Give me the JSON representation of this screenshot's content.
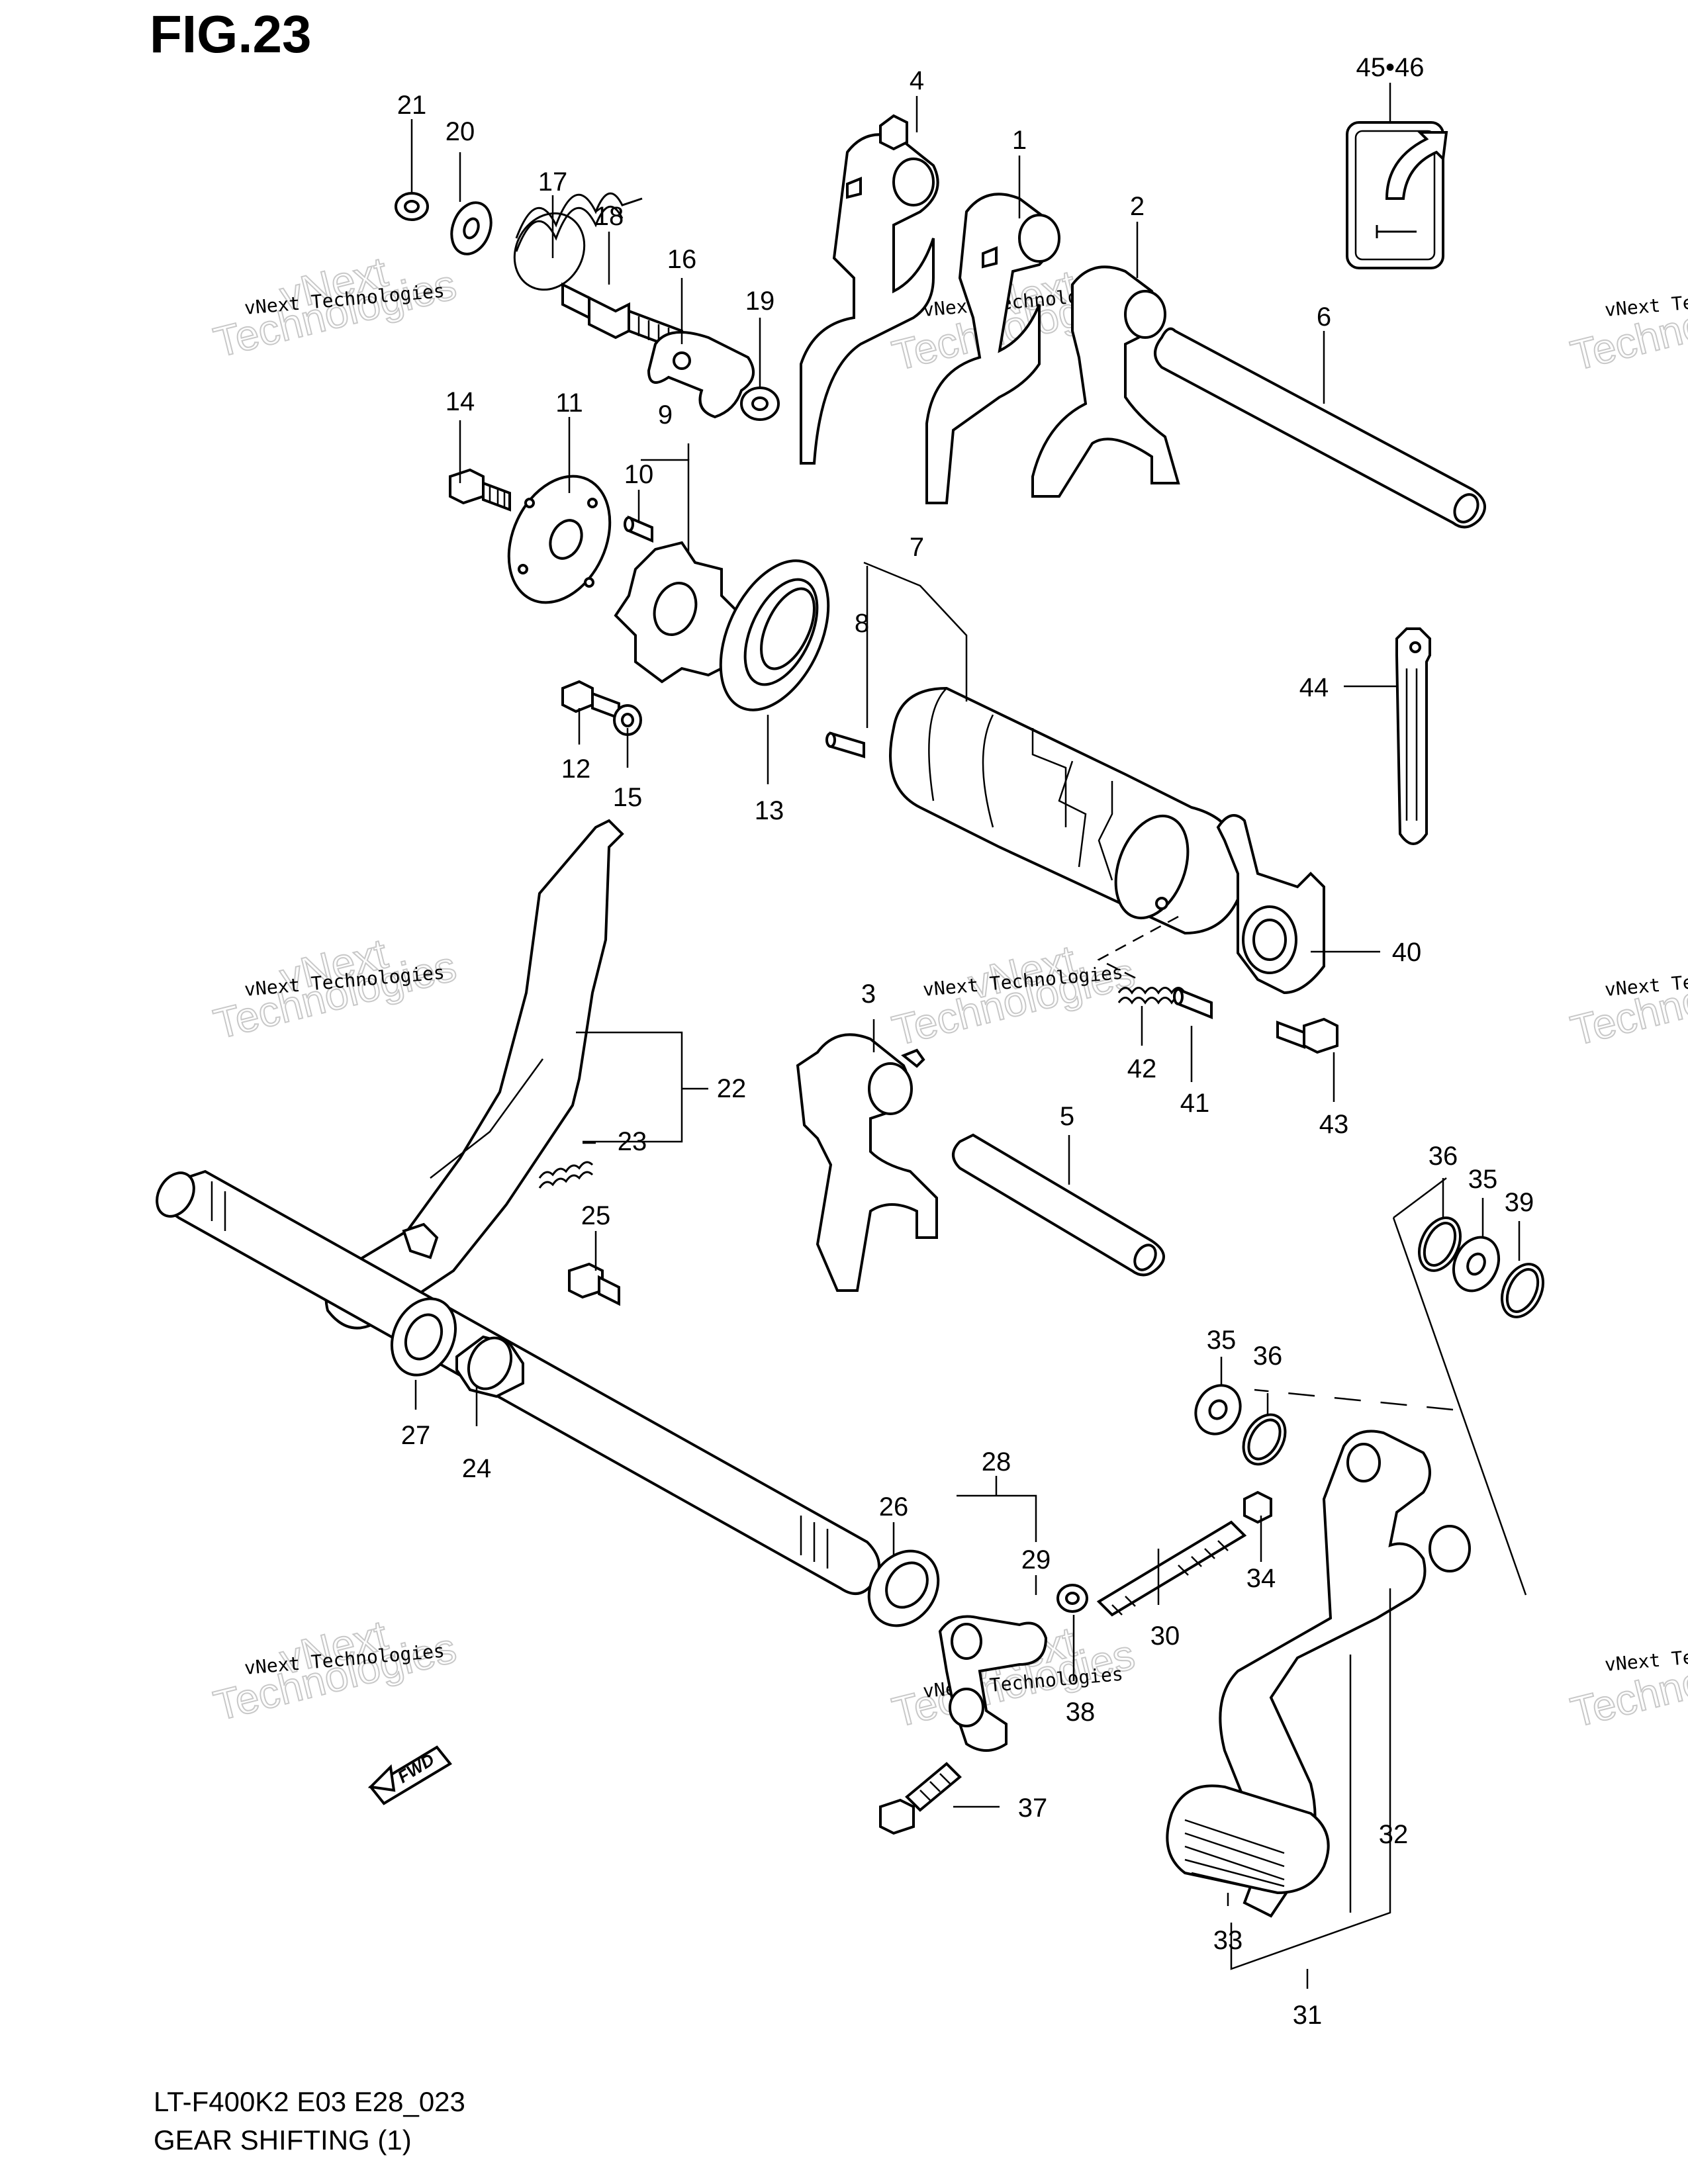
{
  "figure": {
    "title": "FIG.23",
    "model_code": "LT-F400K2 E03 E28_023",
    "diagram_name": "GEAR SHIFTING (1)"
  },
  "watermark": {
    "line1": "vNext Technologies",
    "line2": "vNext",
    "line3": "Technologies"
  },
  "callouts": {
    "c1": "1",
    "c2": "2",
    "c3": "3",
    "c4": "4",
    "c5": "5",
    "c6": "6",
    "c7": "7",
    "c8": "8",
    "c9": "9",
    "c10": "10",
    "c11": "11",
    "c12": "12",
    "c13": "13",
    "c14": "14",
    "c15": "15",
    "c16": "16",
    "c17": "17",
    "c18": "18",
    "c19": "19",
    "c20": "20",
    "c21": "21",
    "c22": "22",
    "c23": "23",
    "c24": "24",
    "c25": "25",
    "c26": "26",
    "c27": "27",
    "c28": "28",
    "c29": "29",
    "c30": "30",
    "c31": "31",
    "c32": "32",
    "c33": "33",
    "c34": "34",
    "c35a": "35",
    "c35b": "35",
    "c36a": "36",
    "c36b": "36",
    "c37": "37",
    "c38": "38",
    "c39": "39",
    "c40": "40",
    "c41": "41",
    "c42": "42",
    "c43": "43",
    "c44": "44",
    "c4546": "45•46"
  },
  "arrow_label": "FWD",
  "colors": {
    "line": "#000000",
    "background": "#ffffff",
    "watermark": "#c8c8c8"
  }
}
